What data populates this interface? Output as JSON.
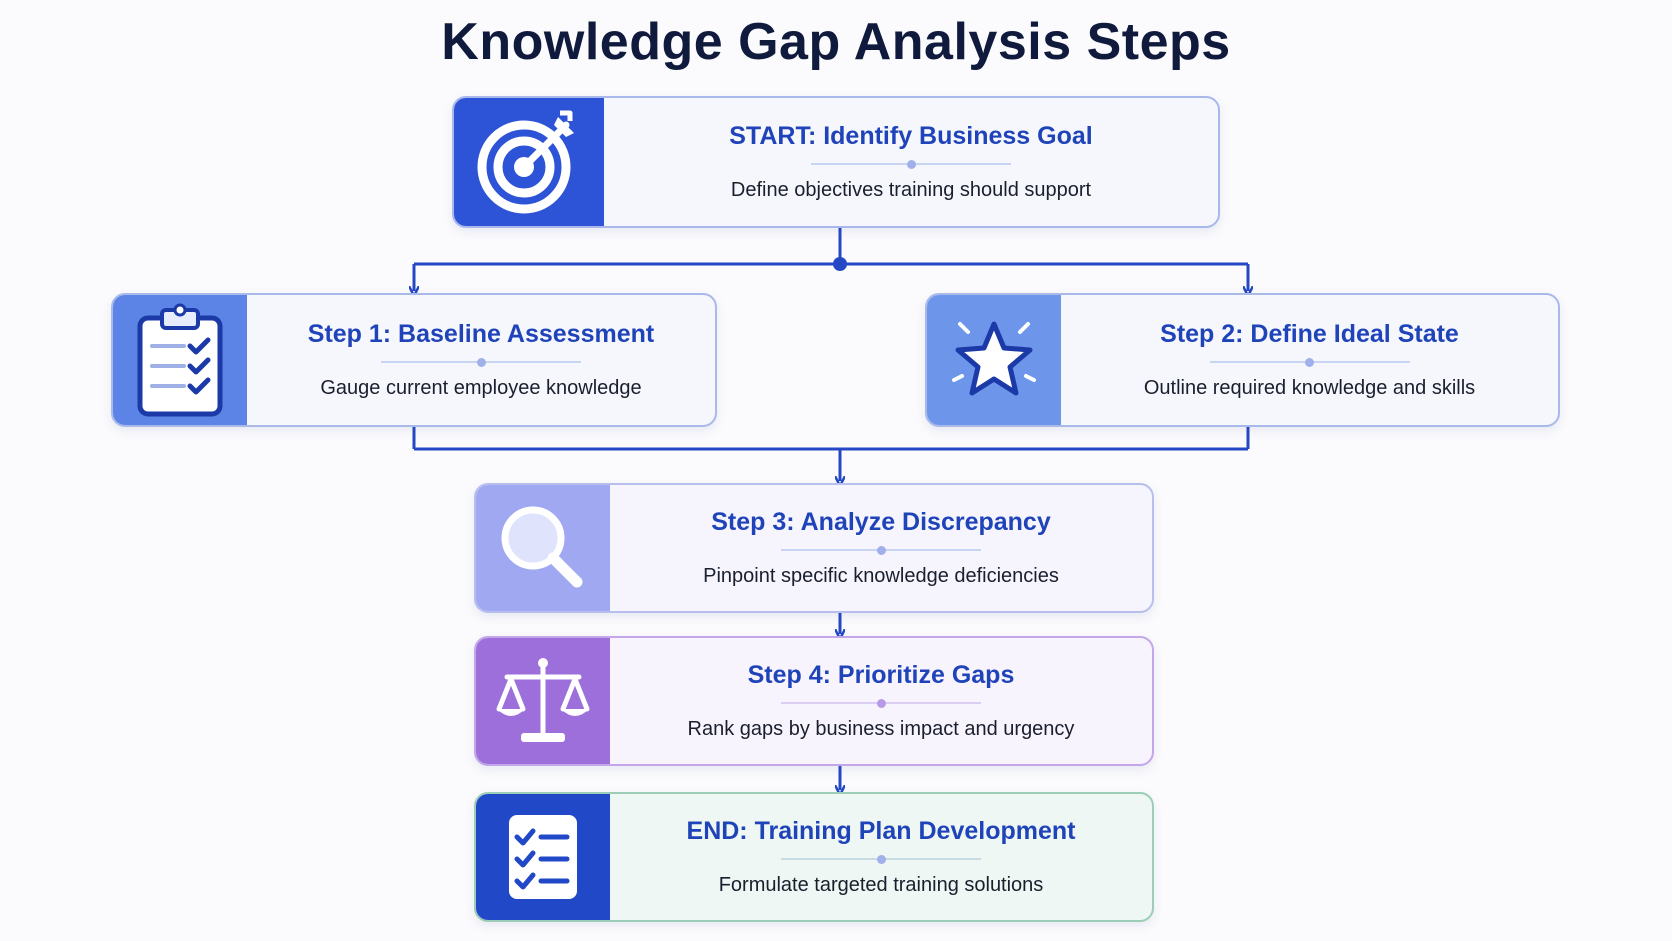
{
  "title": "Knowledge Gap Analysis Steps",
  "steps": [
    {
      "id": "start",
      "heading": "START: Identify Business Goal",
      "description": "Define objectives training should support",
      "icon": "target-icon"
    },
    {
      "id": "step1",
      "heading": "Step 1: Baseline Assessment",
      "description": "Gauge current employee knowledge",
      "icon": "clipboard-checklist-icon"
    },
    {
      "id": "step2",
      "heading": "Step 2: Define Ideal State",
      "description": "Outline required knowledge and skills",
      "icon": "star-icon"
    },
    {
      "id": "step3",
      "heading": "Step 3: Analyze Discrepancy",
      "description": "Pinpoint specific knowledge deficiencies",
      "icon": "magnifier-icon"
    },
    {
      "id": "step4",
      "heading": "Step 4: Prioritize Gaps",
      "description": "Rank gaps by business impact and urgency",
      "icon": "scales-icon"
    },
    {
      "id": "end",
      "heading": "END: Training Plan Development",
      "description": "Formulate targeted training solutions",
      "icon": "checklist-icon"
    }
  ],
  "colors": {
    "title": "#0f1a3c",
    "heading": "#1f43b8",
    "connector": "#2448c4",
    "start_icon_bg": "#2d54d6",
    "step1_icon_bg": "#5b84e6",
    "step2_icon_bg": "#6d96eb",
    "step3_icon_bg": "#9fa8f1",
    "step4_icon_bg": "#9c6fdb",
    "end_icon_bg": "#2148c7"
  }
}
